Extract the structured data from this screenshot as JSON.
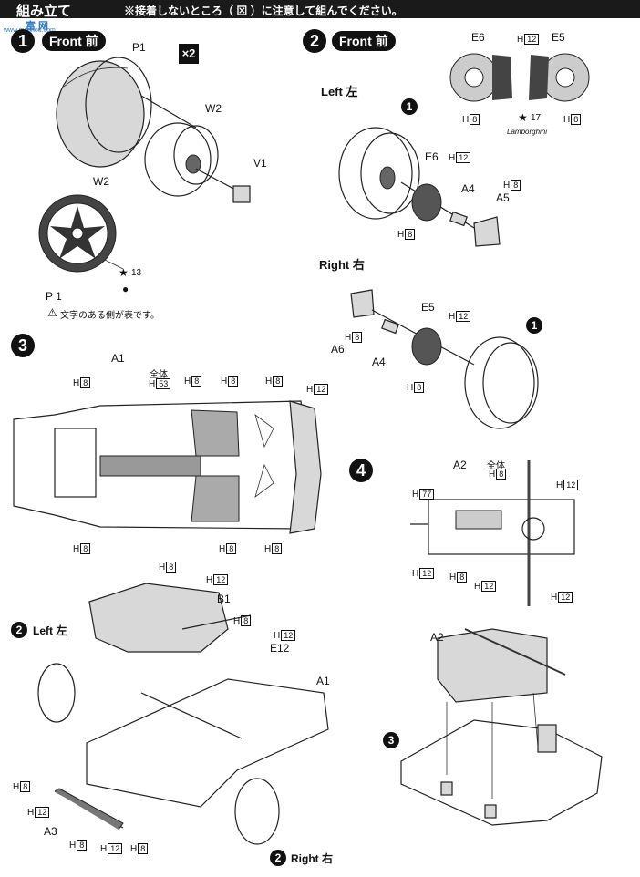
{
  "header": {
    "title": "組み立て",
    "note": "※接着しないところ（ ⊠ ）に注意して組んでください。"
  },
  "watermark": {
    "text": "富 网",
    "url": "www.moshou.com"
  },
  "step1": {
    "number": "1",
    "label": "Front 前",
    "multiplier": "×2",
    "parts": {
      "p1": "P1",
      "w2": "W2",
      "v1": "V1",
      "w2b": "W2",
      "p1b": "P 1"
    },
    "star_num": "13",
    "note": "文字のある側が表です。"
  },
  "step2": {
    "number": "2",
    "label": "Front 前",
    "left_label": "Left 左",
    "right_label": "Right 右",
    "parts_left": {
      "e6": "E6",
      "a4": "A4",
      "a5": "A5",
      "wheel_ref": "1"
    },
    "parts_right": {
      "a6": "A6",
      "a4": "A4",
      "e5": "E5",
      "wheel_ref": "1"
    },
    "inset": {
      "e6": "E6",
      "e5": "E5",
      "star_num": "17",
      "logo": "Lamborghini"
    },
    "h8": "8",
    "h12": "12"
  },
  "step3": {
    "number": "3",
    "parts": {
      "a1": "A1",
      "b1": "B1",
      "e12": "E12",
      "a3": "A3",
      "a1b": "A1"
    },
    "all_label": "全体",
    "h53": "53",
    "h8": "8",
    "h12": "12",
    "left_ref": "Left 左",
    "right_ref": "Right 右",
    "ref_num": "2"
  },
  "step4": {
    "number": "4",
    "parts": {
      "a2": "A2",
      "a2b": "A2"
    },
    "all_label": "全体",
    "h77": "77",
    "h8": "8",
    "h12": "12",
    "ref_num": "3"
  },
  "colors": {
    "ink": "#111111",
    "paper": "#ffffff",
    "grey": "#d8d8d8",
    "watermark": "#2a7fd0"
  },
  "icons": [
    "star-icon",
    "glue-icon",
    "warning-icon",
    "no-glue-icon"
  ]
}
